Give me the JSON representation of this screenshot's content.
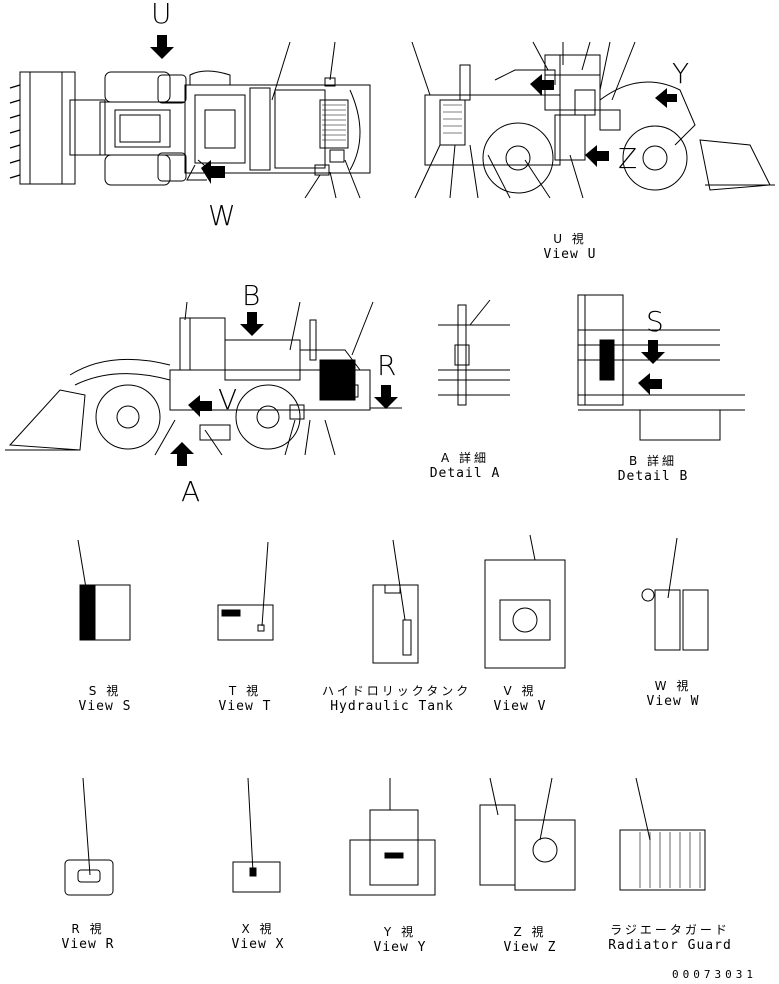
{
  "letters": {
    "U": "U",
    "W": "W",
    "Y": "Y",
    "Z": "Z",
    "B": "B",
    "R": "R",
    "V": "V",
    "A": "A",
    "S": "S"
  },
  "captions": {
    "view_u": {
      "jp": "U 視",
      "en": "View U"
    },
    "detail_a": {
      "jp": "A 詳細",
      "en": "Detail A"
    },
    "detail_b": {
      "jp": "B 詳細",
      "en": "Detail B"
    },
    "view_s": {
      "jp": "S 視",
      "en": "View S"
    },
    "view_t": {
      "jp": "T 視",
      "en": "View T"
    },
    "hydraulic_tank": {
      "jp": "ハイドロリックタンク",
      "en": "Hydraulic Tank"
    },
    "view_v": {
      "jp": "V 視",
      "en": "View V"
    },
    "view_w": {
      "jp": "W 視",
      "en": "View W"
    },
    "view_r": {
      "jp": "R 視",
      "en": "View R"
    },
    "view_x": {
      "jp": "X 視",
      "en": "View X"
    },
    "view_y": {
      "jp": "Y 視",
      "en": "View Y"
    },
    "view_z": {
      "jp": "Z 視",
      "en": "View Z"
    },
    "radiator_guard": {
      "jp": "ラジエータガード",
      "en": "Radiator Guard"
    }
  },
  "drawing_number": "00073031"
}
